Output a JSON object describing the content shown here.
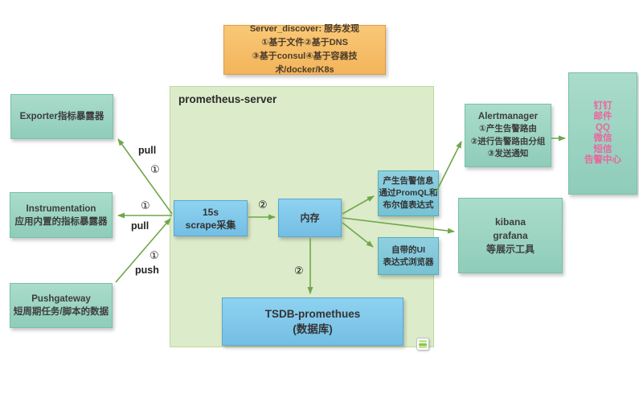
{
  "discovery": {
    "lines": [
      "Server_discover:  服务发现",
      "①基于文件②基于DNS",
      "③基于consul④基于容器技术/docker/K8s"
    ]
  },
  "server": {
    "title": "prometheus-server"
  },
  "exporter": {
    "lines": [
      "Exporter指标暴露器"
    ]
  },
  "instrumentation": {
    "lines": [
      "Instrumentation",
      "应用内置的指标暴露器"
    ]
  },
  "pushgateway": {
    "lines": [
      "Pushgateway",
      "短周期任务/脚本的数据"
    ]
  },
  "scrape": {
    "lines": [
      "15s",
      "scrape采集"
    ]
  },
  "memory": {
    "label": "内存"
  },
  "tsdb": {
    "lines": [
      "TSDB-promethues",
      "(数据库)"
    ]
  },
  "alert_rule": {
    "lines": [
      "产生告警信息",
      "通过PromQL和",
      "布尔值表达式"
    ]
  },
  "expr_ui": {
    "lines": [
      "自带的UI",
      "表达式浏览器"
    ]
  },
  "alertmanager": {
    "lines": [
      "Alertmanager",
      "①产生告警路由",
      "②进行告警路由分组",
      "③发送通知"
    ]
  },
  "notify": {
    "lines": [
      "钉钉",
      "邮件",
      "QQ",
      "微信",
      "短信",
      "告警中心"
    ]
  },
  "display_tools": {
    "lines": [
      "kibana",
      "grafana",
      "等展示工具"
    ]
  },
  "edge_labels": {
    "exporter_pull": "pull",
    "exporter_step": "①",
    "instrumentation_step": "①",
    "instrumentation_pull": "pull",
    "pushgateway_step": "①",
    "pushgateway_push": "push",
    "scrape_to_memory_step": "②",
    "memory_to_tsdb_step": "②"
  },
  "colors": {
    "arrow": "#6fa64a",
    "orange_fill": "#f5bd66",
    "teal_fill": "#9dd6c3",
    "blue_fill": "#82c7e8",
    "container_fill": "#dcebc9",
    "pink": "#e8679f"
  }
}
